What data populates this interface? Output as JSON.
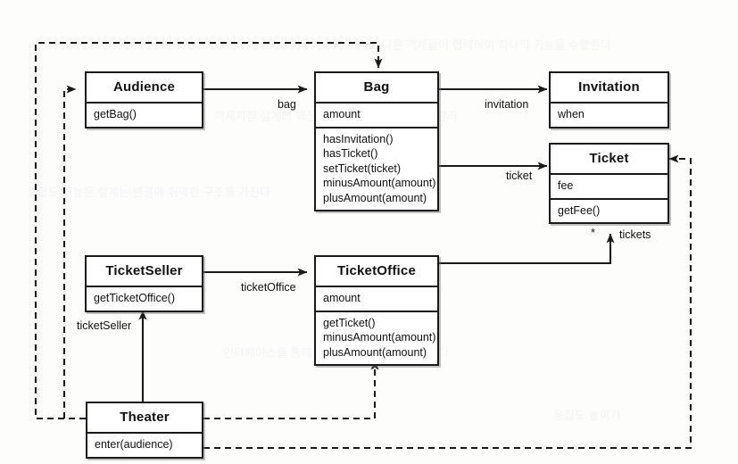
{
  "diagram": {
    "type": "uml-class-diagram",
    "background_color": "#fdfdfc",
    "line_color": "#1a1a1a",
    "classes": [
      {
        "id": "audience",
        "name": "Audience",
        "attributes": [],
        "operations": [
          "getBag()"
        ]
      },
      {
        "id": "bag",
        "name": "Bag",
        "attributes": [
          "amount"
        ],
        "operations": [
          "hasInvitation()",
          "hasTicket()",
          "setTicket(ticket)",
          "minusAmount(amount)",
          "plusAmount(amount)"
        ]
      },
      {
        "id": "invitation",
        "name": "Invitation",
        "attributes": [
          "when"
        ],
        "operations": []
      },
      {
        "id": "ticket",
        "name": "Ticket",
        "attributes": [
          "fee"
        ],
        "operations": [
          "getFee()"
        ]
      },
      {
        "id": "ticketseller",
        "name": "TicketSeller",
        "attributes": [],
        "operations": [
          "getTicketOffice()"
        ]
      },
      {
        "id": "ticketoffice",
        "name": "TicketOffice",
        "attributes": [
          "amount"
        ],
        "operations": [
          "getTicket()",
          "minusAmount(amount)",
          "plusAmount(amount)"
        ]
      },
      {
        "id": "theater",
        "name": "Theater",
        "attributes": [],
        "operations": [
          "enter(audience)"
        ]
      }
    ],
    "associations": [
      {
        "id": "audience-bag",
        "from": "Audience",
        "to": "Bag",
        "label": "bag",
        "style": "solid",
        "arrow": "open"
      },
      {
        "id": "bag-invitation",
        "from": "Bag",
        "to": "Invitation",
        "label": "invitation",
        "style": "solid",
        "arrow": "open"
      },
      {
        "id": "bag-ticket",
        "from": "Bag",
        "to": "Ticket",
        "label": "ticket",
        "style": "solid",
        "arrow": "open"
      },
      {
        "id": "ticketseller-ticketoffice",
        "from": "TicketSeller",
        "to": "TicketOffice",
        "label": "ticketOffice",
        "style": "solid",
        "arrow": "open"
      },
      {
        "id": "ticketoffice-ticket",
        "from": "TicketOffice",
        "to": "Ticket",
        "label": "tickets",
        "multiplicity": "*",
        "style": "solid",
        "arrow": "open"
      },
      {
        "id": "theater-ticketseller",
        "from": "Theater",
        "to": "TicketSeller",
        "label": "ticketSeller",
        "style": "solid",
        "arrow": "open"
      }
    ],
    "dependencies": [
      {
        "id": "theater-audience",
        "from": "Theater",
        "to": "Audience",
        "style": "dashed",
        "arrow": "open"
      },
      {
        "id": "theater-bag",
        "from": "Theater",
        "to": "Bag",
        "style": "dashed",
        "arrow": "open"
      },
      {
        "id": "theater-ticketoffice",
        "from": "Theater",
        "to": "TicketOffice",
        "style": "dashed",
        "arrow": "open"
      },
      {
        "id": "theater-ticket",
        "from": "Theater",
        "to": "Ticket",
        "style": "dashed",
        "arrow": "open"
      }
    ],
    "edge_labels": {
      "bag": "bag",
      "invitation": "invitation",
      "ticket": "ticket",
      "tickets": "tickets",
      "tickets_multiplicity": "*",
      "ticket_office": "ticketOffice",
      "ticket_seller": "ticketSeller"
    }
  }
}
